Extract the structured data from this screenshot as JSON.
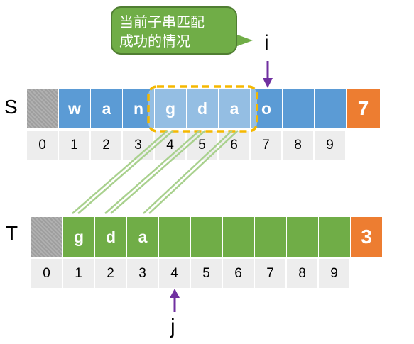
{
  "callout": {
    "line1": "当前子串匹配",
    "line2": "成功的情况"
  },
  "S": {
    "label": "S",
    "cells": [
      "",
      "w",
      "a",
      "n",
      "g",
      "d",
      "a",
      "o",
      "",
      ""
    ],
    "length": "7",
    "indices": [
      "0",
      "1",
      "2",
      "3",
      "4",
      "5",
      "6",
      "7",
      "8",
      "9"
    ],
    "pointer": "i"
  },
  "T": {
    "label": "T",
    "cells": [
      "",
      "g",
      "d",
      "a",
      "",
      "",
      "",
      "",
      "",
      ""
    ],
    "length": "3",
    "indices": [
      "0",
      "1",
      "2",
      "3",
      "4",
      "5",
      "6",
      "7",
      "8",
      "9"
    ],
    "pointer": "j"
  },
  "colors": {
    "s_cell": "#5b9bd5",
    "t_cell": "#70ad47",
    "length_cell": "#ed7d31",
    "highlight_box": "#f5b800",
    "arrow": "#7030a0"
  }
}
